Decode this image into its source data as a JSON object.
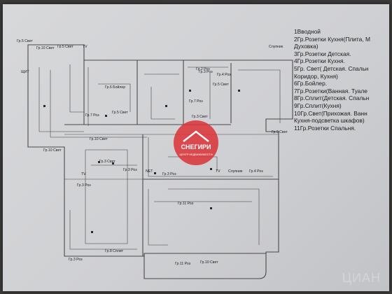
{
  "legend": [
    "1Вводной",
    "2Гр.Розетки Кухня(Плита, М",
    "Духовка)",
    "3Гр.Розетки Детская.",
    "4Гр.Розетки Кухня.",
    "5Гр. Свет( Детская. Спальн",
    "Коридор, Кухня)",
    "6Гр.Бойлер.",
    "7Гр.Розетки(Ванная. Туале",
    "8Гр.Сплит(Детская. Спальн",
    "9Гр.Сплит(Кухня)",
    "10Гр.Свет(Прихожая. Ванн",
    "Кухня-подсветка шкафов)",
    "11Гр.Розетки Спальня."
  ],
  "labels": {
    "l1": "Гр.5 Свет",
    "l2": "Гр.10 Свет",
    "l3": "Гр.5 Свет",
    "l4": "TV",
    "l5": "Слупник",
    "l6": "ЩИТ",
    "l7": "Гр.6 Бойлер",
    "l8": "Гр.7 Роз",
    "l9": "Гр.5 Свет",
    "l10": "Гр.3 Роз",
    "l11": "Гр.5 Свет",
    "l12": "Гр.7 Роз",
    "l13": "Гр.3 Свет",
    "l14": "Гр.10 Свет",
    "l15": "Гр.9 Свет",
    "l16": "Гр.10 Свет",
    "l17": "Гр.3 Свет",
    "l18": "Гр.3 Роз",
    "l19": "TV",
    "l20": "Гр.3 Роз",
    "l21": "NET",
    "l22": "Гр.3 Роз",
    "l23": "TV",
    "l24": "Слупник",
    "l25": "Гр.4 Роз",
    "l26": "Гр.11 Роз",
    "l27": "Гр.8 Сплит",
    "l28": "Гр.3 Роз",
    "l29": "Гр.11 Роз",
    "l30": "Гр.10 Свет",
    "l31": "Гр.4 Роз",
    "l32": "Гр.2 Роз"
  },
  "logo": {
    "name": "СНЕГИРИ",
    "sub": "ЦЕНТР НЕДВИЖИМОСТИ"
  },
  "watermark": "ЦИАН",
  "colors": {
    "paper": "#d3d4d6",
    "line": "#4a4a4a",
    "wire": "#3a3a3a",
    "logo_red": "#d9363b"
  }
}
